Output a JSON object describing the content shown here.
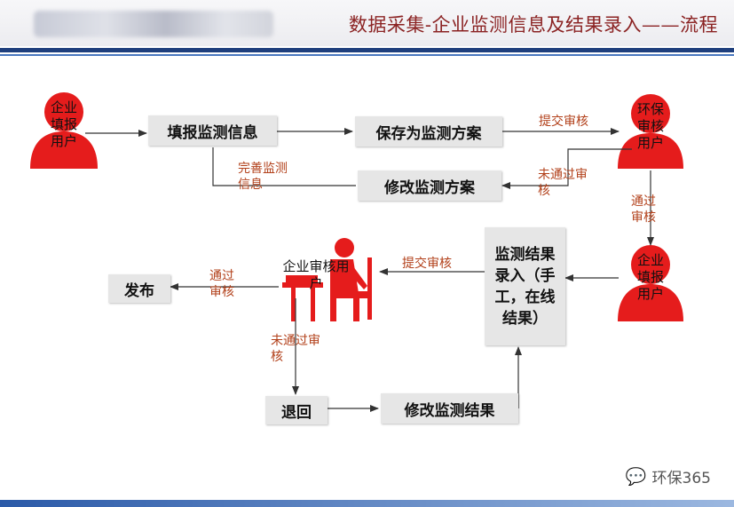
{
  "header": {
    "title": "数据采集-企业监测信息及结果录入——流程"
  },
  "watermark": {
    "text": "环保365",
    "icon": "wechat-icon"
  },
  "actors": {
    "enterprise_top": "企业填报用户",
    "env_review": "环保审核用户",
    "enterprise_right": "企业填报用户",
    "enterprise_review": "企业审核用户"
  },
  "nodes": {
    "fill_info": "填报监测信息",
    "save_plan": "保存为监测方案",
    "modify_plan": "修改监测方案",
    "result_entry": "监测结果录入（手工，在线结果）",
    "publish": "发布",
    "return": "退回",
    "modify_result": "修改监测结果"
  },
  "edges": {
    "submit_review_top": "提交审核",
    "rejected_top": "未通过审核",
    "complete_info": "完善监测信息",
    "passed_right": "通过审核",
    "submit_review_mid": "提交审核",
    "passed_left": "通过审核",
    "rejected_mid": "未通过审核"
  },
  "colors": {
    "actor": "#e51c1c",
    "box": "#e6e6e6",
    "edge_label": "#b2401a",
    "header_title": "#8b2323"
  }
}
